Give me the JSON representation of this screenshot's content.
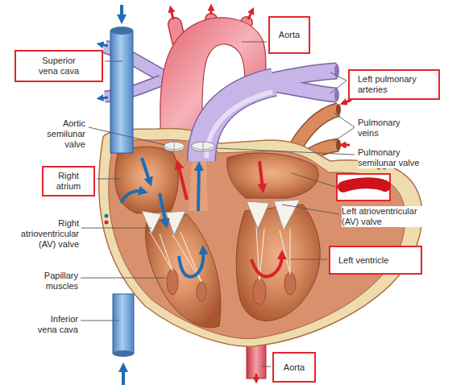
{
  "diagram": {
    "nodes": [
      {
        "text": [
          "Aorta"
        ]
      },
      {
        "text": [
          "Superior vena cava"
        ]
      },
      {
        "text": [
          "Left pulmonary arteries"
        ]
      },
      {
        "text": [
          "Right atrium"
        ]
      },
      {
        "text": [
          "Left ventricle"
        ]
      },
      {
        "text": [
          "Aorta"
        ]
      }
    ],
    "labels": [
      "Aortic semilunar valve",
      "Pulmonary veins",
      "Pulmonary semilunar valve",
      "Left atrioventricular (AV) valve",
      "Right atrioventricular (AV) valve",
      "Papillary muscles",
      "Inferior vena cava"
    ]
  }
}
